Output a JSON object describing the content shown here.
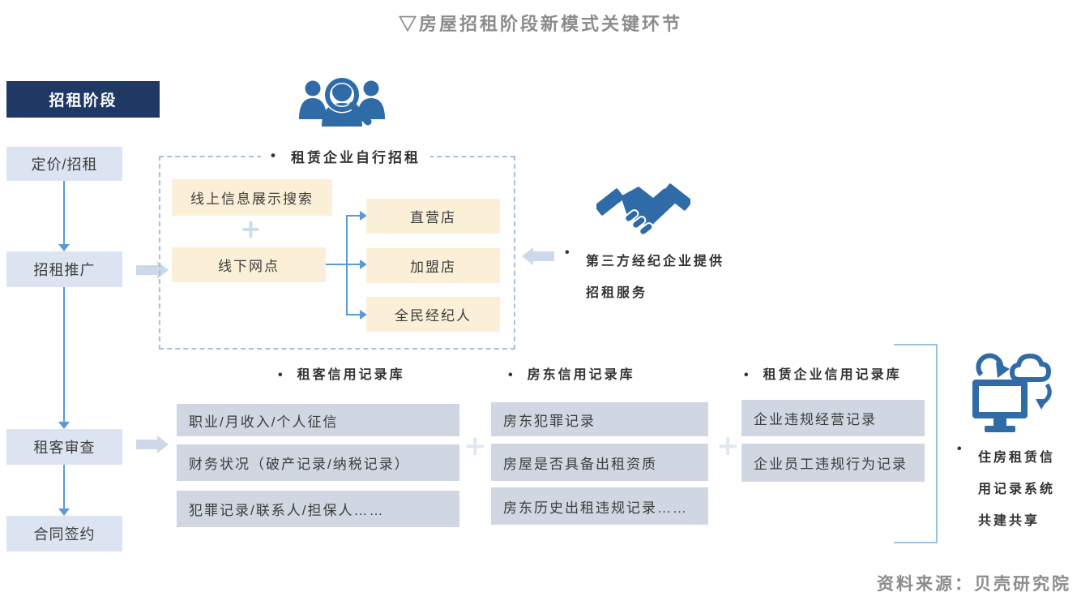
{
  "title": "▽房屋招租阶段新模式关键环节",
  "bullet": "•",
  "plus": "+",
  "stage_column": {
    "header": "招租阶段",
    "stages": [
      "定价/招租",
      "招租推广",
      "租客审查",
      "合同签约"
    ]
  },
  "self_rental": {
    "label": "租赁企业自行招租",
    "online": "线上信息展示搜索",
    "offline": "线下网点",
    "channels": [
      "直营店",
      "加盟店",
      "全民经纪人"
    ]
  },
  "third_party": {
    "line1": "第三方经纪企业提供",
    "line2": "招租服务"
  },
  "credit_libraries": [
    {
      "header": "租客信用记录库",
      "items": [
        "职业/月收入/个人征信",
        "财务状况（破产记录/纳税记录）",
        "犯罪记录/联系人/担保人……"
      ]
    },
    {
      "header": "房东信用记录库",
      "items": [
        "房东犯罪记录",
        "房屋是否具备出租资质",
        "房东历史出租违规记录……"
      ]
    },
    {
      "header": "租赁企业信用记录库",
      "items": [
        "企业违规经营记录",
        "企业员工违规行为记录"
      ]
    }
  ],
  "credit_system": {
    "line1": "住房租赁信",
    "line2": "用记录系统",
    "line3": "共建共享"
  },
  "source": "资料来源：贝壳研究院",
  "icons": {
    "top_middle": "people-search-icon",
    "center_right": "handshake-icon",
    "far_right": "cloud-computer-sync-icon"
  },
  "colors": {
    "navy": "#1f3864",
    "stage_box": "#dce4f1",
    "cream_box": "#fbf0d7",
    "gray_box": "#d0d6e2",
    "icon_blue": "#2f6ba7",
    "connector_blue": "#5b9bd5",
    "pale_arrow": "#cdd9eb",
    "title_gray": "#8c8c8c"
  }
}
